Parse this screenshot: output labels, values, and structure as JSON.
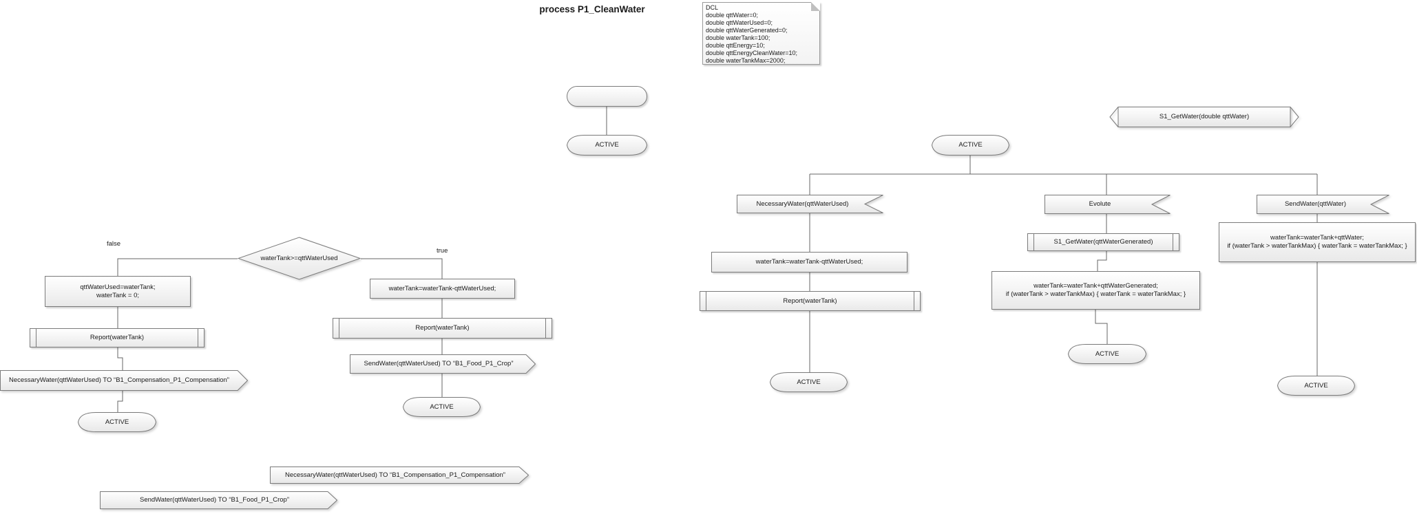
{
  "title": "process P1_CleanWater",
  "note": {
    "lines": [
      "DCL",
      "double qttWater=0;",
      "double qttWaterUsed=0;",
      "double qttWaterGenerated=0;",
      "double waterTank=100;",
      "double qttEnergy=10;",
      "double qttEnergyCleanWater=10;",
      "double waterTankMax=2000;"
    ]
  },
  "states": {
    "active": "ACTIVE"
  },
  "decision": {
    "condition": "waterTank>=qttWaterUsed",
    "false_label": "false",
    "true_label": "true"
  },
  "signal_declaration": {
    "label": "S1_GetWater(double qttWater)"
  },
  "inputs": {
    "necessary_water": "NecessaryWater(qttWaterUsed)",
    "evolute": "Evolute",
    "send_water": "SendWater(qttWater)"
  },
  "tasks": {
    "false_branch": "qttWaterUsed=waterTank;\nwaterTank = 0;",
    "true_branch": "waterTank=waterTank-qttWaterUsed;",
    "necessary_water": "waterTank=waterTank-qttWaterUsed;",
    "evolute": "waterTank=waterTank+qttWaterGenerated;\nif (waterTank > waterTankMax) { waterTank = waterTankMax; }",
    "send_water": "waterTank=waterTank+qttWater;\nif (waterTank > waterTankMax) { waterTank = waterTankMax; }"
  },
  "procedures": {
    "report": "Report(waterTank)",
    "s1_getwater_generated": "S1_GetWater(qttWaterGenerated)"
  },
  "outputs": {
    "necessary_to_compensation": "NecessaryWater(qttWaterUsed) TO “B1_Compensation_P1_Compensation”",
    "send_to_crop": "SendWater(qttWaterUsed) TO “B1_Food_P1_Crop”"
  },
  "colors": {
    "shape_border": "#7a7a7a",
    "connector": "#666666",
    "fill_top": "#ffffff",
    "fill_bottom": "#e9e9e9",
    "text": "#1a1a1a"
  }
}
